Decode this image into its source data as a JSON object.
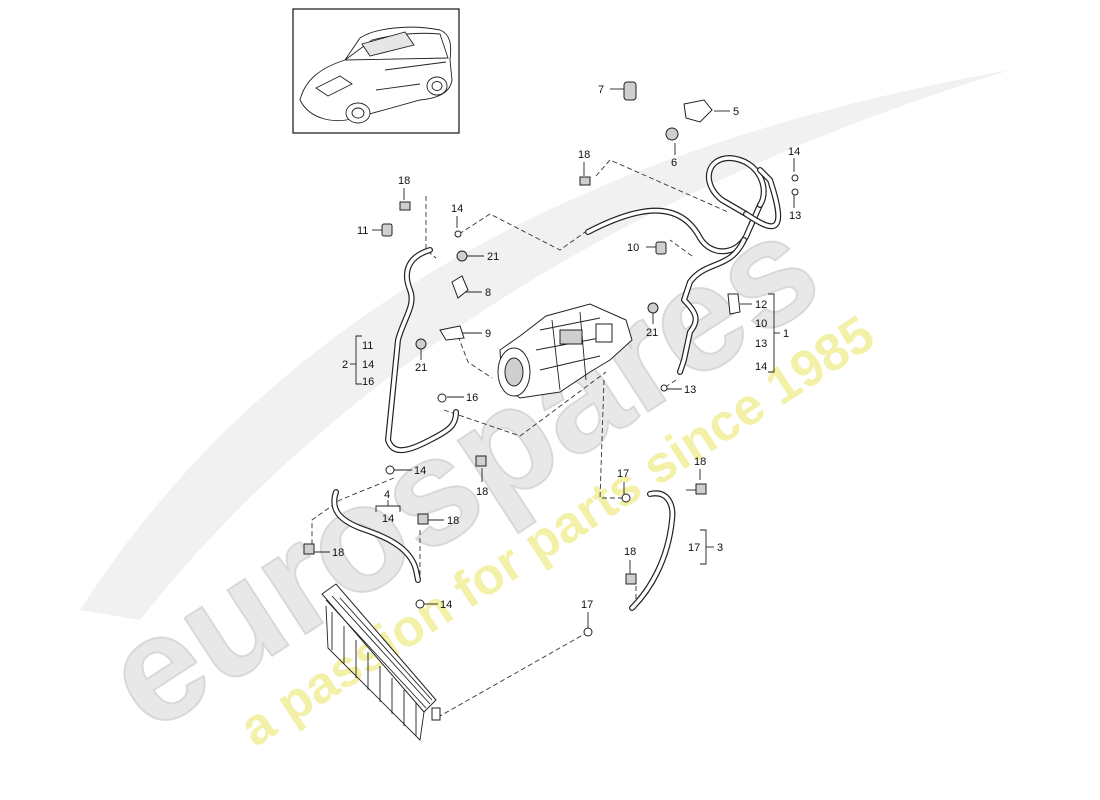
{
  "watermark": {
    "brand": "eurospares",
    "tagline": "a passion for parts since 1985",
    "brand_color": "#e6e6e6",
    "tagline_color": "#f2ef9a"
  },
  "callouts": {
    "n1": "1",
    "n2": "2",
    "n3": "3",
    "n4": "4",
    "n5": "5",
    "n6": "6",
    "n7": "7",
    "n8": "8",
    "n9": "9",
    "n10": "10",
    "n11": "11",
    "n12": "12",
    "n13": "13",
    "n14": "14",
    "n16": "16",
    "n17": "17",
    "n18": "18",
    "n21": "21"
  }
}
